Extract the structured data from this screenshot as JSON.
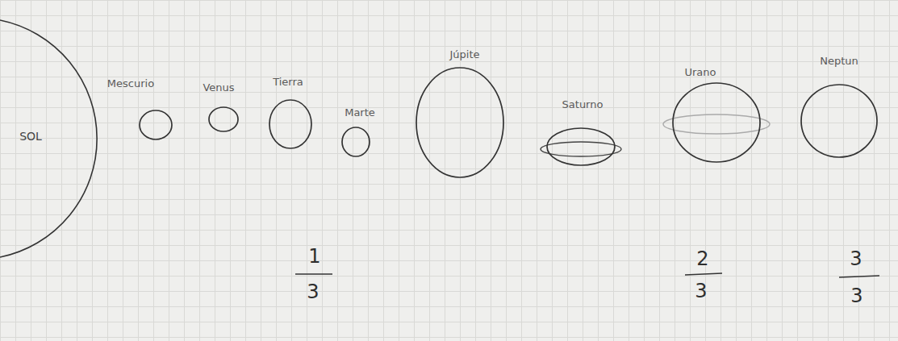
{
  "diagram": {
    "nodes": [
      {
        "text": [
          "SOL"
        ]
      },
      {
        "text": [
          "Mescurio"
        ]
      },
      {
        "text": [
          "Venus"
        ]
      },
      {
        "text": [
          "Tierra"
        ]
      },
      {
        "text": [
          "Marte"
        ]
      },
      {
        "text": [
          "Júpite"
        ]
      },
      {
        "text": [
          "Saturno"
        ]
      },
      {
        "text": [
          "Urano"
        ]
      },
      {
        "text": [
          "Neptun"
        ]
      }
    ],
    "labels": [
      "1",
      "3",
      "2",
      "3",
      "3",
      "3"
    ]
  }
}
